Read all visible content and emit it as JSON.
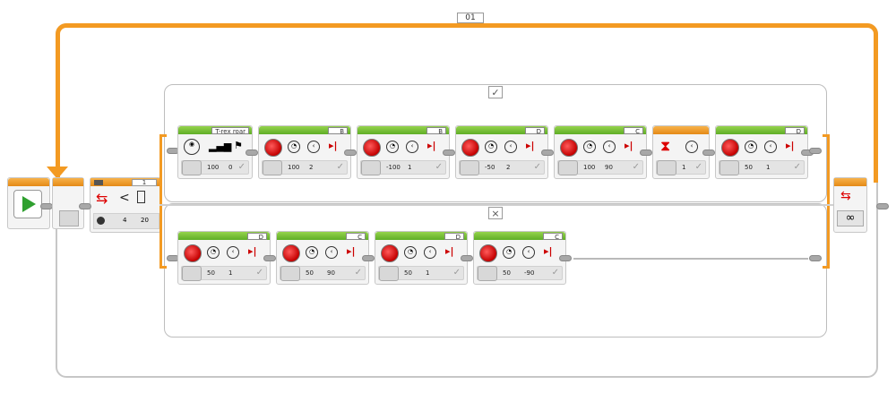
{
  "loop": {
    "label": "01",
    "end_symbol": "∞"
  },
  "switch": {
    "true_symbol": "✓",
    "false_symbol": "×",
    "port_label": "1",
    "compare_symbol": "<",
    "threshold": "4",
    "value": "20"
  },
  "start": {
    "icon": "play-icon"
  },
  "true_case": [
    {
      "kind": "sound",
      "port": "T-rex roar",
      "vals": [
        "100",
        "0"
      ]
    },
    {
      "kind": "motor",
      "port": "B",
      "vals": [
        "100",
        "2"
      ]
    },
    {
      "kind": "motor",
      "port": "B",
      "vals": [
        "-100",
        "1"
      ]
    },
    {
      "kind": "motor",
      "port": "D",
      "vals": [
        "-50",
        "2"
      ]
    },
    {
      "kind": "motor",
      "port": "C",
      "vals": [
        "100",
        "90"
      ]
    },
    {
      "kind": "timer",
      "port": "",
      "vals": [
        "1"
      ]
    },
    {
      "kind": "motor",
      "port": "D",
      "vals": [
        "50",
        "1"
      ]
    }
  ],
  "false_case": [
    {
      "kind": "motor",
      "port": "D",
      "vals": [
        "50",
        "1"
      ]
    },
    {
      "kind": "motor",
      "port": "C",
      "vals": [
        "50",
        "90"
      ]
    },
    {
      "kind": "motor",
      "port": "D",
      "vals": [
        "50",
        "1"
      ]
    },
    {
      "kind": "motor",
      "port": "C",
      "vals": [
        "50",
        "-90"
      ]
    }
  ],
  "colors": {
    "loop": "#f39a22",
    "block_header": "#6bb82e",
    "frame": "#c7c7c7"
  }
}
